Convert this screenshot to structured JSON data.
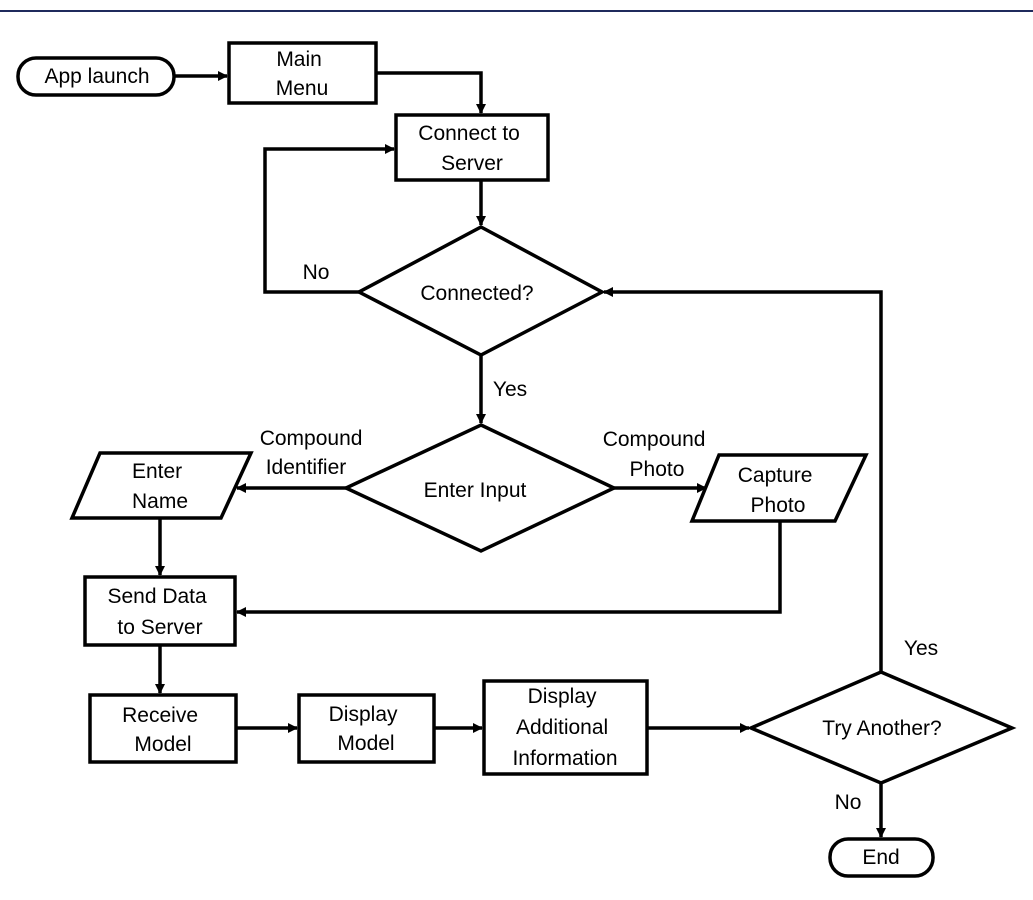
{
  "colors": {
    "header_rule": "#1f2a5c",
    "stroke": "#000000",
    "background": "#ffffff"
  },
  "nodes": {
    "app_launch": "App launch",
    "main_menu": [
      "Main",
      "Menu"
    ],
    "connect_server": [
      "Connect to",
      "Server"
    ],
    "connected": "Connected?",
    "enter_input": "Enter Input",
    "enter_name": [
      "Enter",
      "Name"
    ],
    "capture_photo": [
      "Capture",
      "Photo"
    ],
    "send_data": [
      "Send Data",
      "to Server"
    ],
    "receive_model": [
      "Receive",
      "Model"
    ],
    "display_model": [
      "Display",
      "Model"
    ],
    "display_info": [
      "Display",
      "Additional",
      "Information"
    ],
    "try_another": "Try Another?",
    "end": "End"
  },
  "edge_labels": {
    "connected_no": "No",
    "connected_yes": "Yes",
    "compound_identifier": [
      "Compound",
      "Identifier"
    ],
    "compound_photo": [
      "Compound",
      "Photo"
    ],
    "try_yes": "Yes",
    "try_no": "No"
  }
}
